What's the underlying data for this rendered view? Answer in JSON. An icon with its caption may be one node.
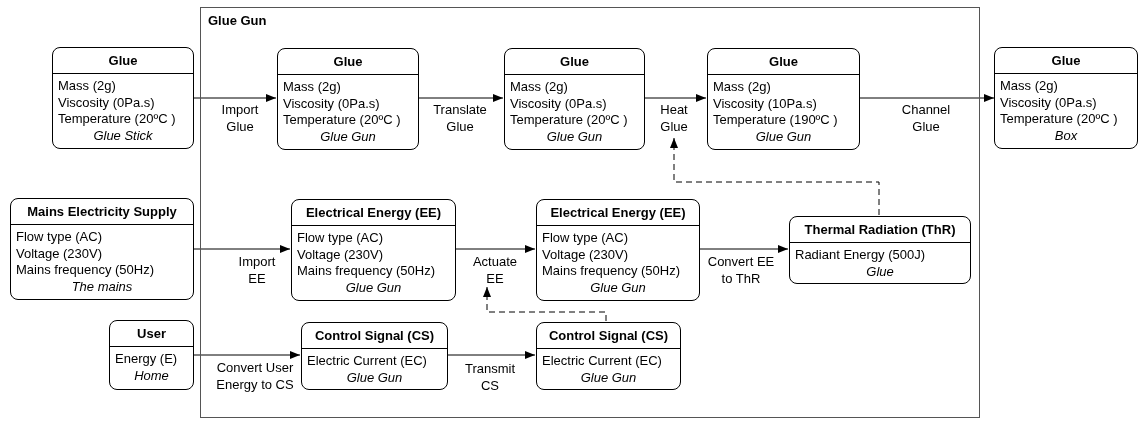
{
  "diagram": {
    "nodes": [
      {
        "text": [
          "Glue Gun"
        ]
      },
      {
        "text": [
          "Glue",
          "Mass (2g)",
          "Viscosity (0Pa.s)",
          "Temperature (20ºC )",
          "Glue Stick"
        ]
      },
      {
        "text": [
          "Glue",
          "Mass (2g)",
          "Viscosity (0Pa.s)",
          "Temperature (20ºC )",
          "Glue Gun"
        ],
        "in": 0
      },
      {
        "text": [
          "Glue",
          "Mass (2g)",
          "Viscosity (0Pa.s)",
          "Temperature (20ºC )",
          "Glue Gun"
        ],
        "in": 0
      },
      {
        "text": [
          "Glue",
          "Mass (2g)",
          "Viscosity (10Pa.s)",
          "Temperature (190ºC )",
          "Glue Gun"
        ],
        "in": 0
      },
      {
        "text": [
          "Glue",
          "Mass (2g)",
          "Viscosity (0Pa.s)",
          "Temperature (20ºC )",
          "Box"
        ]
      },
      {
        "text": [
          "Mains Electricity Supply",
          "Flow type (AC)",
          "Voltage (230V)",
          "Mains frequency (50Hz)",
          "The mains"
        ]
      },
      {
        "text": [
          "Electrical Energy (EE)",
          "Flow type (AC)",
          "Voltage (230V)",
          "Mains frequency (50Hz)",
          "Glue Gun"
        ],
        "in": 0
      },
      {
        "text": [
          "Electrical Energy (EE)",
          "Flow type (AC)",
          "Voltage (230V)",
          "Mains frequency (50Hz)",
          "Glue Gun"
        ],
        "in": 0
      },
      {
        "text": [
          "Thermal Radiation (ThR)",
          "Radiant Energy (500J)",
          "Glue"
        ],
        "in": 0
      },
      {
        "text": [
          "User",
          "Energy (E)",
          "Home"
        ]
      },
      {
        "text": [
          "Control Signal (CS)",
          "Electric Current (EC)",
          "Glue Gun"
        ],
        "in": 0
      },
      {
        "text": [
          "Control Signal (CS)",
          "Electric Current (EC)",
          "Glue Gun"
        ],
        "in": 0
      }
    ],
    "edges": [
      {
        "from": 1,
        "to": 2,
        "arrow": "to",
        "label": "Import Glue"
      },
      {
        "from": 2,
        "to": 3,
        "arrow": "to",
        "label": "Translate Glue"
      },
      {
        "from": 3,
        "to": 4,
        "arrow": "to",
        "label": "Heat Glue"
      },
      {
        "from": 4,
        "to": 5,
        "arrow": "to",
        "label": "Channel Glue"
      },
      {
        "from": 6,
        "to": 7,
        "arrow": "to",
        "label": "Import EE"
      },
      {
        "from": 7,
        "to": 8,
        "arrow": "to",
        "label": "Actuate EE"
      },
      {
        "from": 8,
        "to": 9,
        "arrow": "to",
        "label": "Convert EE to ThR"
      },
      {
        "from": 9,
        "to": null,
        "arrow": "to",
        "style": "dashed"
      },
      {
        "from": 10,
        "to": 11,
        "arrow": "to",
        "label": "Convert User Energy to CS"
      },
      {
        "from": 11,
        "to": 12,
        "arrow": "to",
        "label": "Transmit CS"
      },
      {
        "from": 12,
        "to": null,
        "arrow": "to",
        "style": "dashed"
      }
    ]
  }
}
